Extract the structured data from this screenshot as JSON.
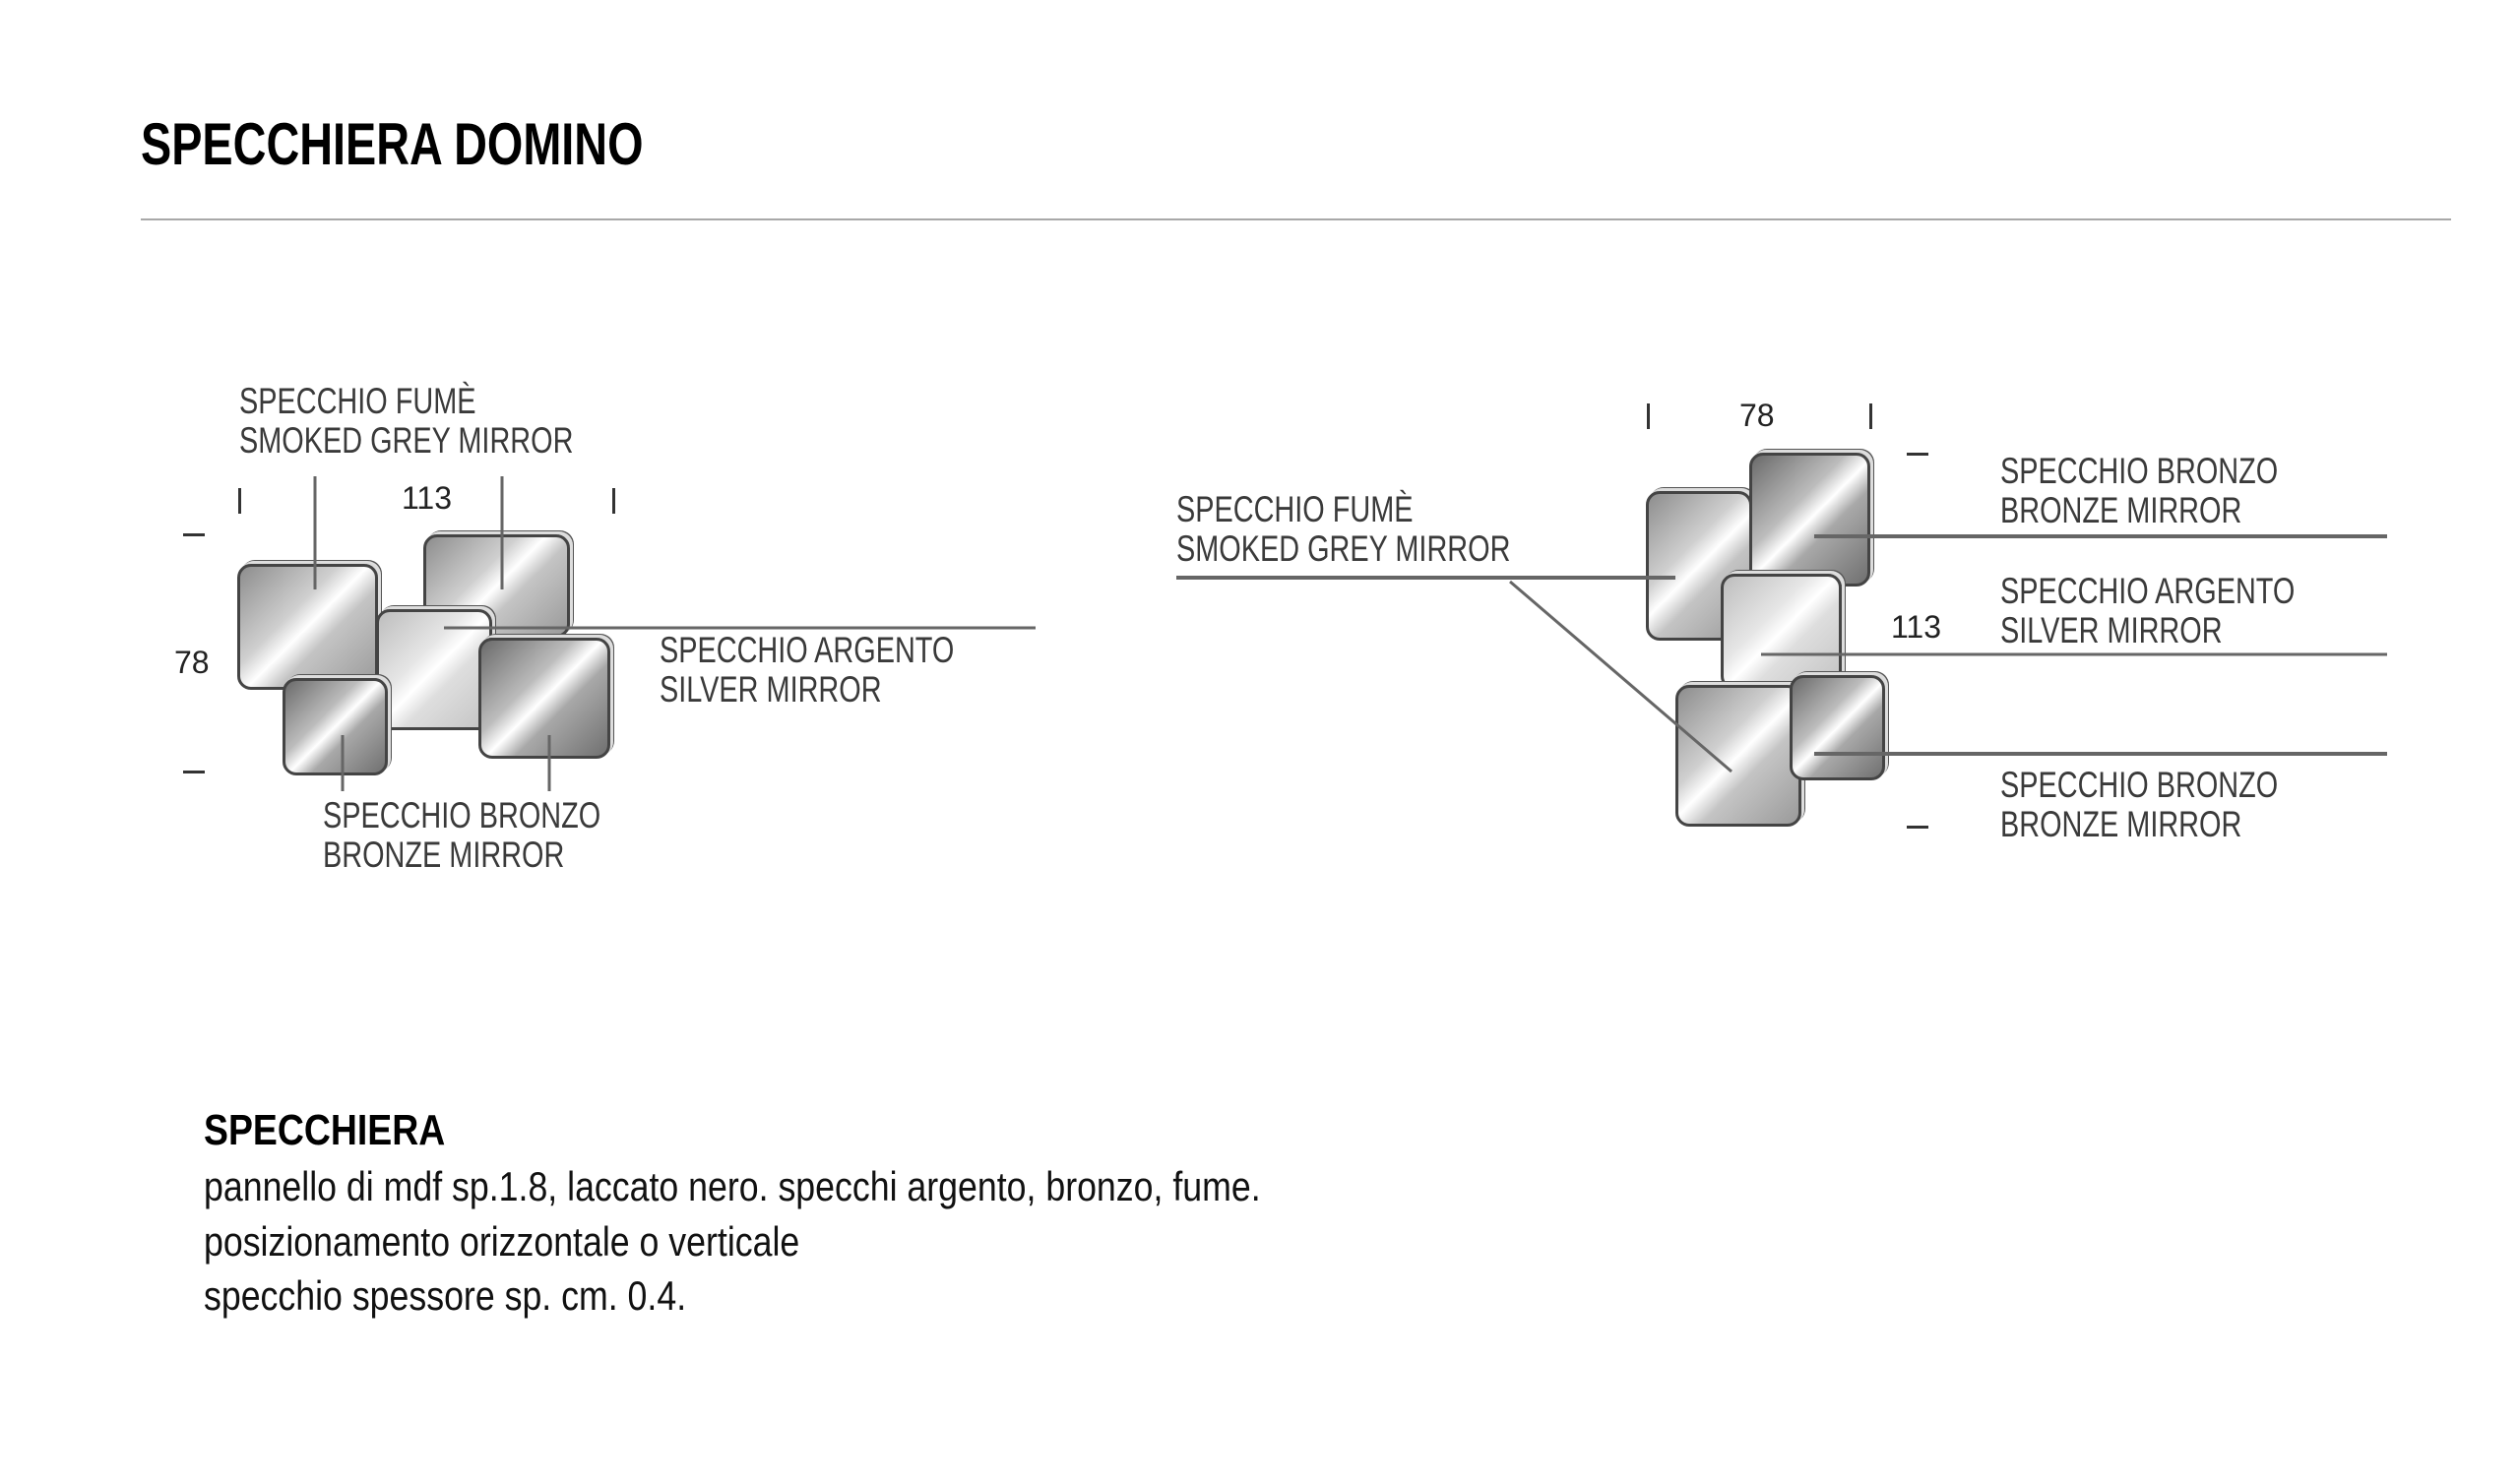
{
  "title": "SPECCHIERA DOMINO",
  "horizontal": {
    "width": "113",
    "height": "78",
    "labels": {
      "fume": {
        "it": "SPECCHIO FUMÈ",
        "en": "SMOKED GREY MIRROR"
      },
      "argento": {
        "it": "SPECCHIO ARGENTO",
        "en": "SILVER MIRROR"
      },
      "bronzo": {
        "it": "SPECCHIO BRONZO",
        "en": "BRONZE MIRROR"
      }
    }
  },
  "vertical": {
    "width": "78",
    "height": "113",
    "labels": {
      "fume": {
        "it": "SPECCHIO FUMÈ",
        "en": "SMOKED GREY MIRROR"
      },
      "bronzo_top": {
        "it": "SPECCHIO BRONZO",
        "en": "BRONZE MIRROR"
      },
      "argento": {
        "it": "SPECCHIO ARGENTO",
        "en": "SILVER MIRROR"
      },
      "bronzo_bottom": {
        "it": "SPECCHIO BRONZO",
        "en": "BRONZE MIRROR"
      }
    }
  },
  "description": {
    "heading": "SPECCHIERA",
    "lines": [
      "pannello di mdf sp.1.8, laccato nero. specchi argento, bronzo, fume.",
      "posizionamento orizzontale o verticale",
      "specchio spessore sp. cm. 0.4."
    ]
  }
}
